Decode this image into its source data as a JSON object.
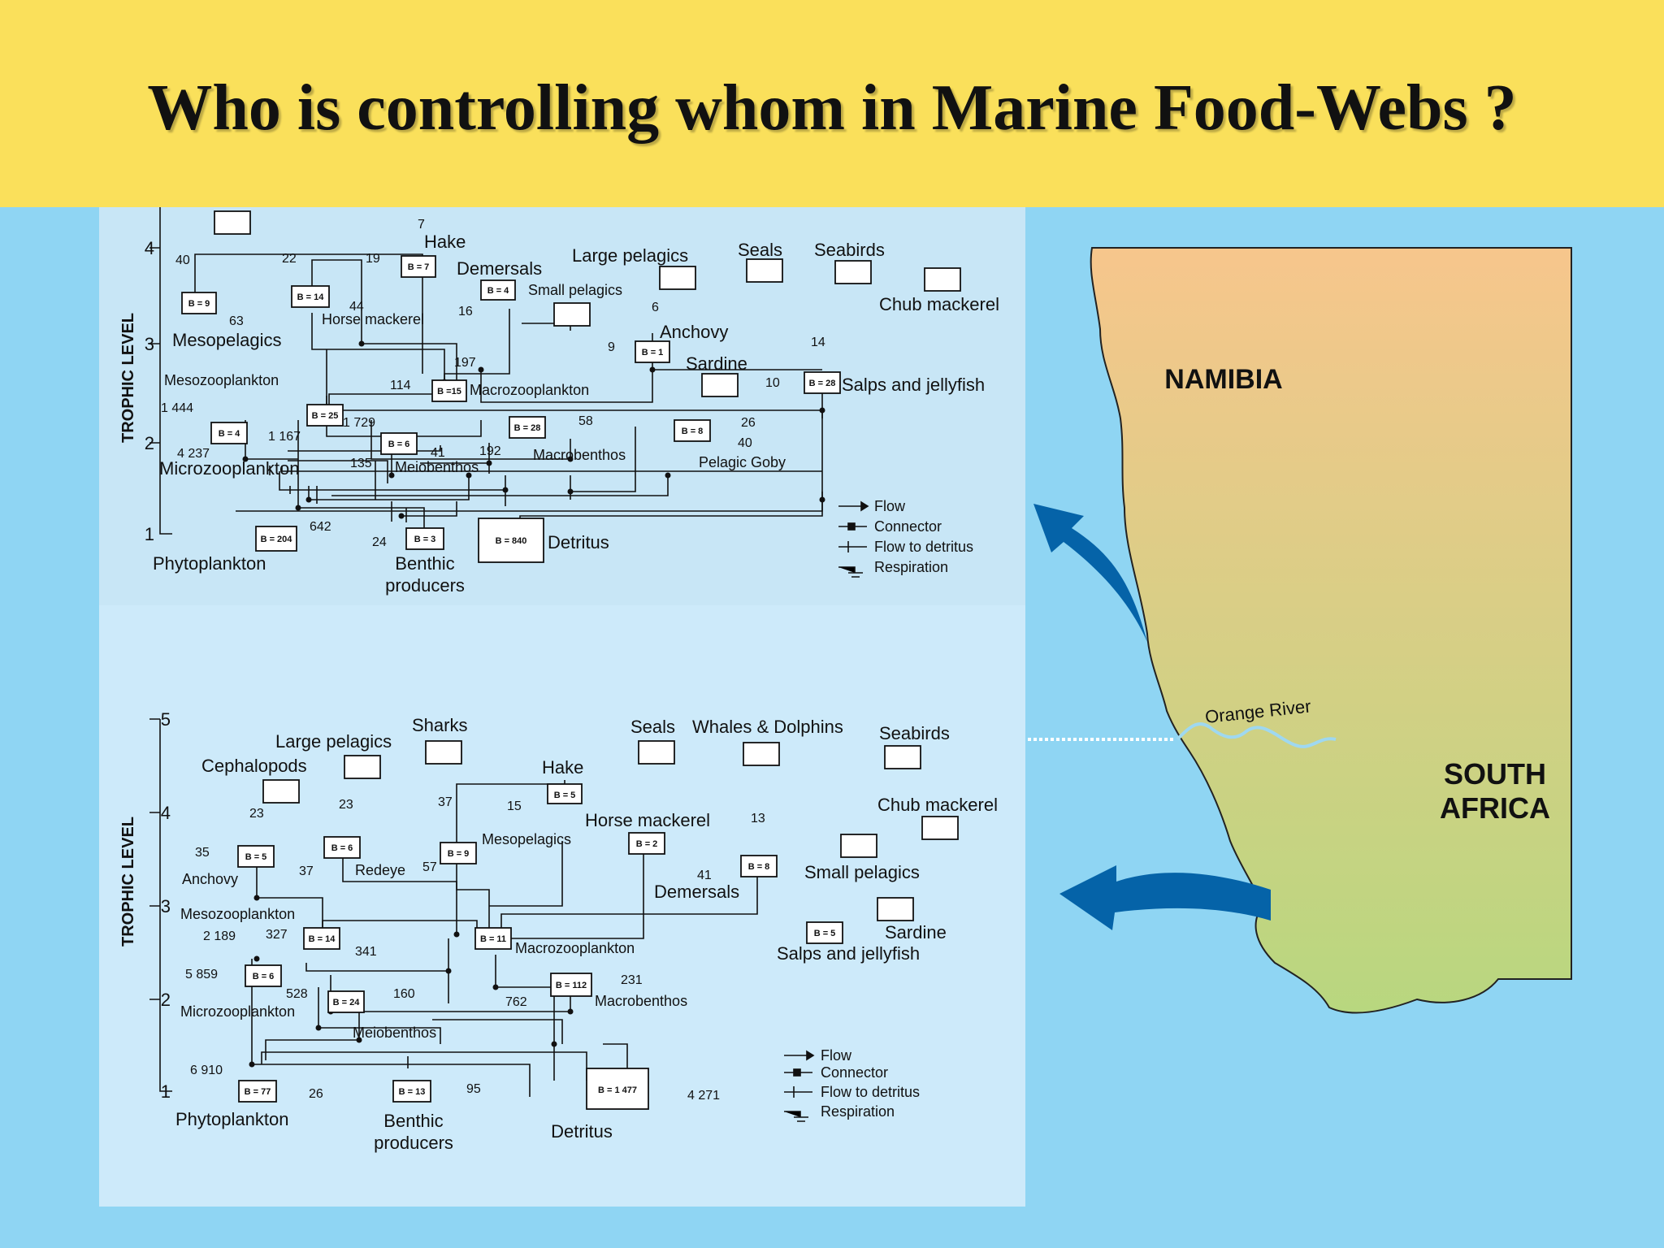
{
  "slide": {
    "title": "Who is controlling whom in Marine Food-Webs ?"
  },
  "top_web": {
    "axis_label": "TROPHIC LEVEL",
    "ticks": [
      "4",
      "3",
      "2",
      "1"
    ],
    "groups": [
      {
        "key": "hake",
        "label": "Hake"
      },
      {
        "key": "demersals",
        "label": "Demersals"
      },
      {
        "key": "large_pelagics",
        "label": "Large pelagics"
      },
      {
        "key": "seals",
        "label": "Seals"
      },
      {
        "key": "seabirds",
        "label": "Seabirds"
      },
      {
        "key": "small_pelagics",
        "label": "Small pelagics"
      },
      {
        "key": "horse_mackerel",
        "label": "Horse mackerel"
      },
      {
        "key": "chub_mackerel",
        "label": "Chub mackerel"
      },
      {
        "key": "mesopelagics",
        "label": "Mesopelagics"
      },
      {
        "key": "anchovy",
        "label": "Anchovy"
      },
      {
        "key": "sardine",
        "label": "Sardine"
      },
      {
        "key": "mesozooplankton",
        "label": "Mesozooplankton"
      },
      {
        "key": "macrozooplankton",
        "label": "Macrozooplankton"
      },
      {
        "key": "salps",
        "label": "Salps and jellyfish"
      },
      {
        "key": "microzooplankton",
        "label": "Microzooplankton"
      },
      {
        "key": "meiobenthos",
        "label": "Meiobenthos"
      },
      {
        "key": "macrobenthos",
        "label": "Macrobenthos"
      },
      {
        "key": "pelagic_goby",
        "label": "Pelagic Goby"
      },
      {
        "key": "phytoplankton",
        "label": "Phytoplankton"
      },
      {
        "key": "detritus",
        "label": "Detritus"
      },
      {
        "key": "benthic_a",
        "label": "Benthic"
      },
      {
        "key": "benthic_b",
        "label": "producers"
      }
    ],
    "biomass": [
      "B = 9",
      "B = 14",
      "B = 7",
      "B = 4",
      "B = 1",
      "B = 28",
      "B = 25",
      "B =15",
      "B = 4",
      "B = 6",
      "B = 28",
      "B = 8",
      "B = 204",
      "B = 3",
      "B = 840"
    ],
    "flows": [
      "7",
      "40",
      "22",
      "19",
      "63",
      "44",
      "16",
      "6",
      "9",
      "14",
      "197",
      "114",
      "10",
      "1 444",
      "1 167",
      "1 729",
      "58",
      "26",
      "40",
      "4 237",
      "135",
      "41",
      "192",
      "642",
      "24"
    ],
    "legend": [
      "Flow",
      "Connector",
      "Flow to detritus",
      "Respiration"
    ]
  },
  "bottom_web": {
    "axis_label": "TROPHIC LEVEL",
    "ticks": [
      "5",
      "4",
      "3",
      "2",
      "1"
    ],
    "groups": [
      {
        "key": "sharks",
        "label": "Sharks"
      },
      {
        "key": "large_pelagics",
        "label": "Large pelagics"
      },
      {
        "key": "seals",
        "label": "Seals"
      },
      {
        "key": "whales",
        "label": "Whales & Dolphins"
      },
      {
        "key": "seabirds",
        "label": "Seabirds"
      },
      {
        "key": "cephalopods",
        "label": "Cephalopods"
      },
      {
        "key": "hake",
        "label": "Hake"
      },
      {
        "key": "horse_mackerel",
        "label": "Horse mackerel"
      },
      {
        "key": "chub_mackerel",
        "label": "Chub mackerel"
      },
      {
        "key": "mesopelagics",
        "label": "Mesopelagics"
      },
      {
        "key": "anchovy",
        "label": "Anchovy"
      },
      {
        "key": "redeye",
        "label": "Redeye"
      },
      {
        "key": "small_pelagics",
        "label": "Small pelagics"
      },
      {
        "key": "demersals",
        "label": "Demersals"
      },
      {
        "key": "mesozooplankton",
        "label": "Mesozooplankton"
      },
      {
        "key": "sardine",
        "label": "Sardine"
      },
      {
        "key": "macrozooplankton",
        "label": "Macrozooplankton"
      },
      {
        "key": "salps",
        "label": "Salps and jellyfish"
      },
      {
        "key": "microzooplankton",
        "label": "Microzooplankton"
      },
      {
        "key": "macrobenthos",
        "label": "Macrobenthos"
      },
      {
        "key": "meiobenthos",
        "label": "Meiobenthos"
      },
      {
        "key": "phytoplankton",
        "label": "Phytoplankton"
      },
      {
        "key": "detritus",
        "label": "Detritus"
      },
      {
        "key": "benthic_a",
        "label": "Benthic"
      },
      {
        "key": "benthic_b",
        "label": "producers"
      }
    ],
    "biomass": [
      "B = 5",
      "B = 5",
      "B = 6",
      "B = 9",
      "B = 2",
      "B = 8",
      "B = 14",
      "B = 11",
      "B = 5",
      "B = 6",
      "B = 24",
      "B = 112",
      "B = 77",
      "B = 13",
      "B = 1 477"
    ],
    "flows": [
      "23",
      "23",
      "37",
      "15",
      "13",
      "35",
      "37",
      "57",
      "41",
      "2 189",
      "327",
      "341",
      "5 859",
      "528",
      "160",
      "231",
      "762",
      "6 910",
      "26",
      "95",
      "4 271"
    ],
    "legend": [
      "Flow",
      "Connector",
      "Flow to detritus",
      "Respiration"
    ]
  },
  "map": {
    "namibia": "NAMIBIA",
    "south_africa_1": "SOUTH",
    "south_africa_2": "AFRICA",
    "river": "Orange River"
  },
  "colors": {
    "banner": "#fae05b",
    "background": "#8fd5f3",
    "panel_top": "#c8e6f6",
    "panel_bottom": "#cdeafa",
    "land_top": "#f7c68c",
    "land_bottom": "#b8d77f",
    "arrow": "#0563a8"
  }
}
